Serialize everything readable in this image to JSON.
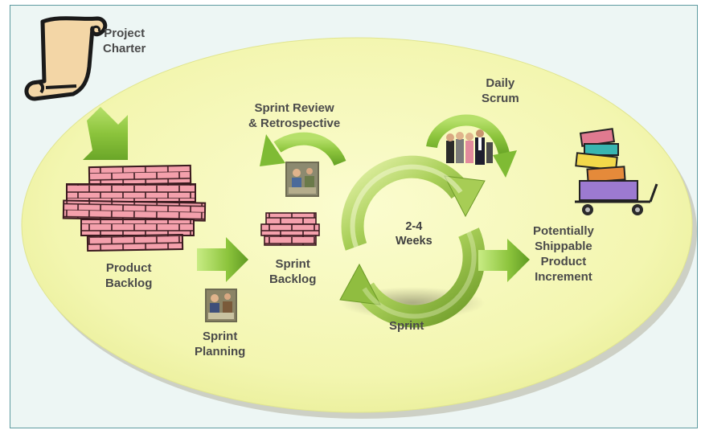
{
  "labels": {
    "project_charter": [
      "Project",
      "Charter"
    ],
    "product_backlog": [
      "Product",
      "Backlog"
    ],
    "sprint_planning": [
      "Sprint",
      "Planning"
    ],
    "sprint_backlog": [
      "Sprint",
      "Backlog"
    ],
    "sprint_review": [
      "Sprint Review",
      "& Retrospective"
    ],
    "daily_scrum": [
      "Daily",
      "Scrum"
    ],
    "cycle_duration": [
      "2-4",
      "Weeks"
    ],
    "sprint": "Sprint",
    "increment": [
      "Potentially",
      "Shippable",
      "Product",
      "Increment"
    ]
  },
  "icons": {
    "charter": "scroll-icon",
    "product_backlog": "brick-wall-icon",
    "sprint_backlog": "small-brick-wall-icon",
    "planning": "meeting-photo-icon",
    "review": "meeting-photo-icon",
    "daily": "team-standup-icon",
    "increment": "boxes-cart-icon",
    "cycle": "circular-arrows-icon"
  },
  "colors": {
    "frame_bg": "#edf6f4",
    "frame_border": "#5e9aa0",
    "ellipse_fill": "#f6f8b8",
    "arrow_green": "#8cc43c",
    "arrow_green_dark": "#5e9a22",
    "brick": "#f29aa8",
    "text": "#4a4a4a"
  }
}
